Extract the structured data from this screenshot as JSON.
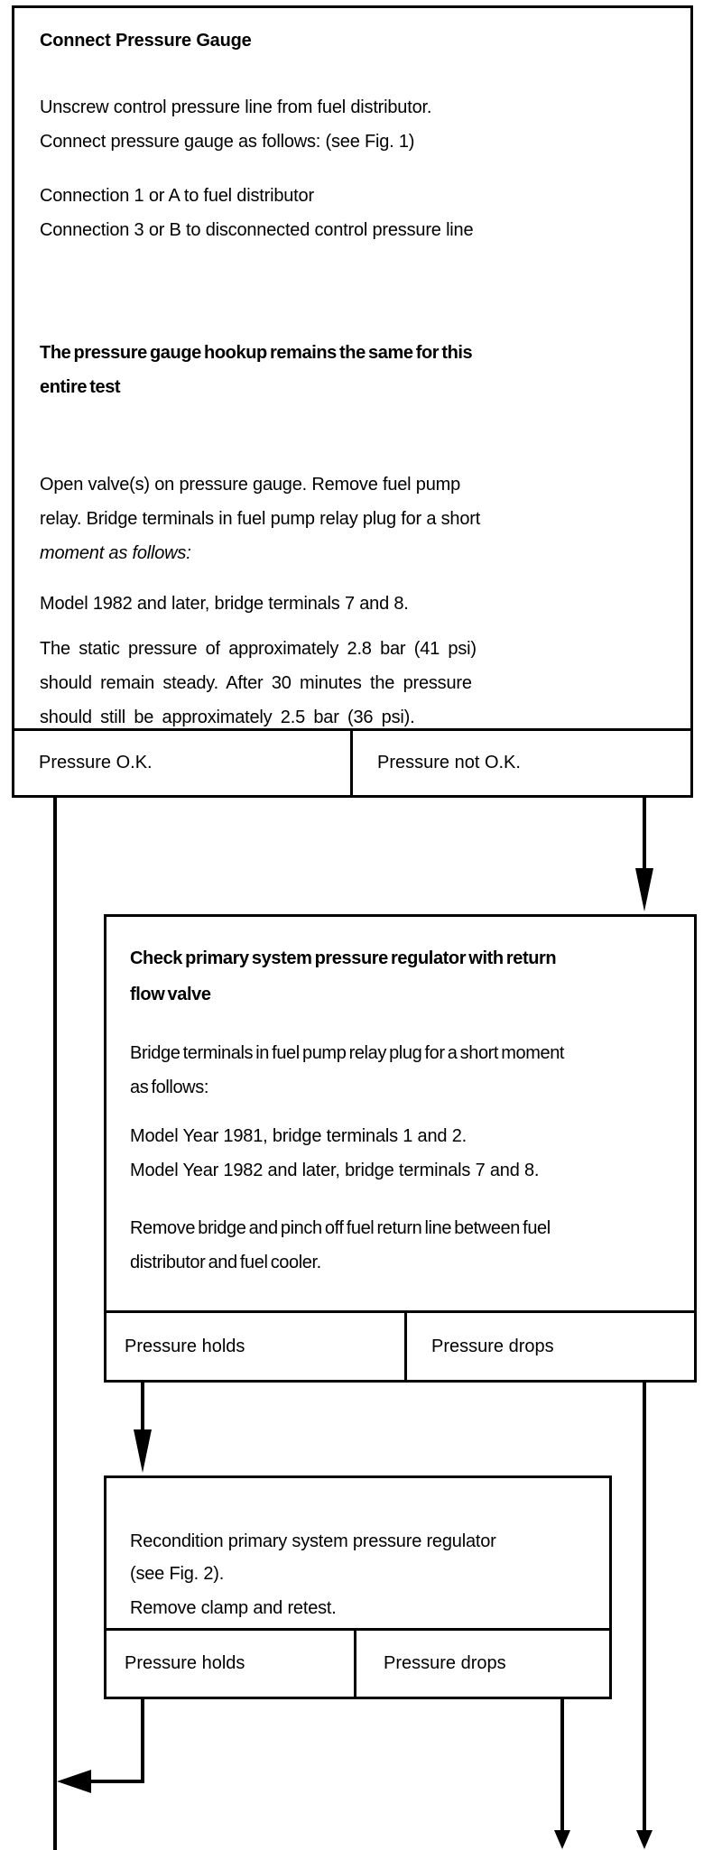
{
  "page": {
    "paper_color": "#ffffff",
    "ink_color": "#000000"
  },
  "flowchart": {
    "box1": {
      "title": "Connect Pressure Gauge",
      "p1": "Unscrew control pressure line from fuel distributor.\nConnect pressure gauge as follows: (see Fig. 1)",
      "p2": "Connection 1 or A to fuel distributor\nConnection 3 or B to disconnected control pressure line",
      "p3": "The pressure gauge hookup remains the same for this\nentire test",
      "p4_normal": "Open valve(s) on pressure gauge. Remove fuel pump\nrelay. Bridge terminals in fuel pump relay plug for a short\n",
      "p4_italic": "moment as follows:",
      "p5": "Model 1982 and later, bridge terminals 7 and 8.",
      "p6": "The static pressure of approximately 2.8 bar (41 psi)\nshould remain steady. After 30 minutes the pressure\nshould still be approximately 2.5 bar (36 psi).",
      "outcome_left": "Pressure O.K.",
      "outcome_right": "Pressure not O.K."
    },
    "box2": {
      "title": "Check primary system pressure regulator with return\nflow valve",
      "p1": "Bridge terminals in fuel pump relay plug for a short moment\nas follows:",
      "p2": "Model Year 1981, bridge terminals 1 and 2.\nModel Year 1982 and later, bridge terminals 7 and 8.",
      "p3": "Remove bridge and pinch off fuel return line between fuel\ndistributor and fuel cooler.",
      "outcome_left": "Pressure holds",
      "outcome_right": "Pressure drops"
    },
    "box3": {
      "p1": "Recondition primary system pressure regulator\n(see Fig. 2).",
      "p2": "Remove clamp and retest.",
      "outcome_left": "Pressure holds",
      "outcome_right": "Pressure drops"
    }
  }
}
